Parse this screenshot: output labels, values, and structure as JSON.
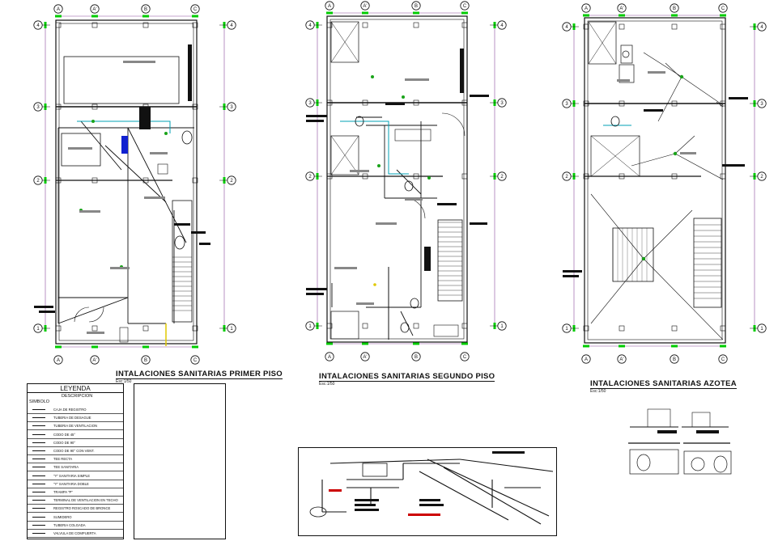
{
  "plans": [
    {
      "title": "INTALACIONES SANITARIAS PRIMER PISO",
      "scale": "Esc:1/50"
    },
    {
      "title": "INTALACIONES SANITARIAS SEGUNDO PISO",
      "scale": "Esc:1/50"
    },
    {
      "title": "INTALACIONES SANITARIAS AZOTEA",
      "scale": "Esc:1/50"
    }
  ],
  "axis_labels": {
    "columns": [
      "A",
      "A'",
      "B",
      "C"
    ],
    "rows": [
      "4",
      "3",
      "2",
      "1"
    ]
  },
  "legend": {
    "title": "LEYENDA",
    "col_symbol": "SIMBOLO",
    "col_description": "DESCRIPCION",
    "rows": [
      "CAJA DE REGISTRO",
      "TUBERIA DE DESAGUE",
      "TUBERIA DE VENTILACION",
      "CODO DE 45°",
      "CODO DE 90°",
      "CODO DE 90° CON VENT.",
      "TEE RECTA",
      "TEE SANITARIA",
      "\"Y\" SANITARIA SIMPLE",
      "\"Y\" SANITARIA DOBLE",
      "TRAMPA \"P\"",
      "TERMINAL DE VENTILACION EN TECHO",
      "REGISTRO ROSCADO DE BRONCE",
      "SUMIDERO",
      "TUBERIA COLGADA",
      "VALVULA DE COMPUERTA"
    ]
  },
  "colors": {
    "ink": "#111111",
    "axis_marker": "#00cc00",
    "dimension": "#8a4a9c",
    "drain_green": "#1aa31a",
    "vent_cyan": "#00a0b4",
    "fixture_blue": "#1020d0",
    "annotation_red": "#cc0000",
    "fixture_yellow": "#e0c800"
  }
}
